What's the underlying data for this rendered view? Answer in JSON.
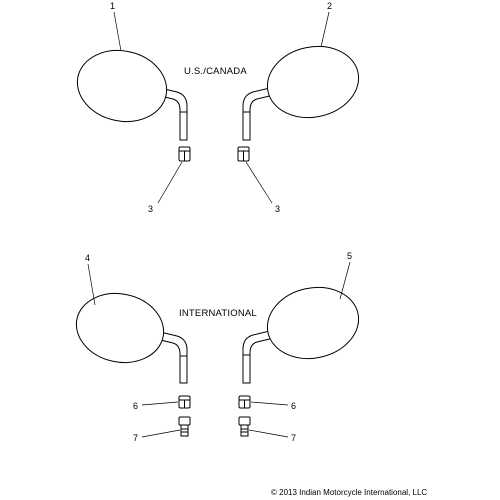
{
  "regions": {
    "us_canada": "U.S./CANADA",
    "international": "INTERNATIONAL"
  },
  "callouts": {
    "c1": "1",
    "c2": "2",
    "c3_left": "3",
    "c3_right": "3",
    "c4": "4",
    "c5": "5",
    "c6_left": "6",
    "c6_right": "6",
    "c7_left": "7",
    "c7_right": "7"
  },
  "footer": {
    "copyright": "© 2013 Indian Motorcycle International, LLC"
  }
}
